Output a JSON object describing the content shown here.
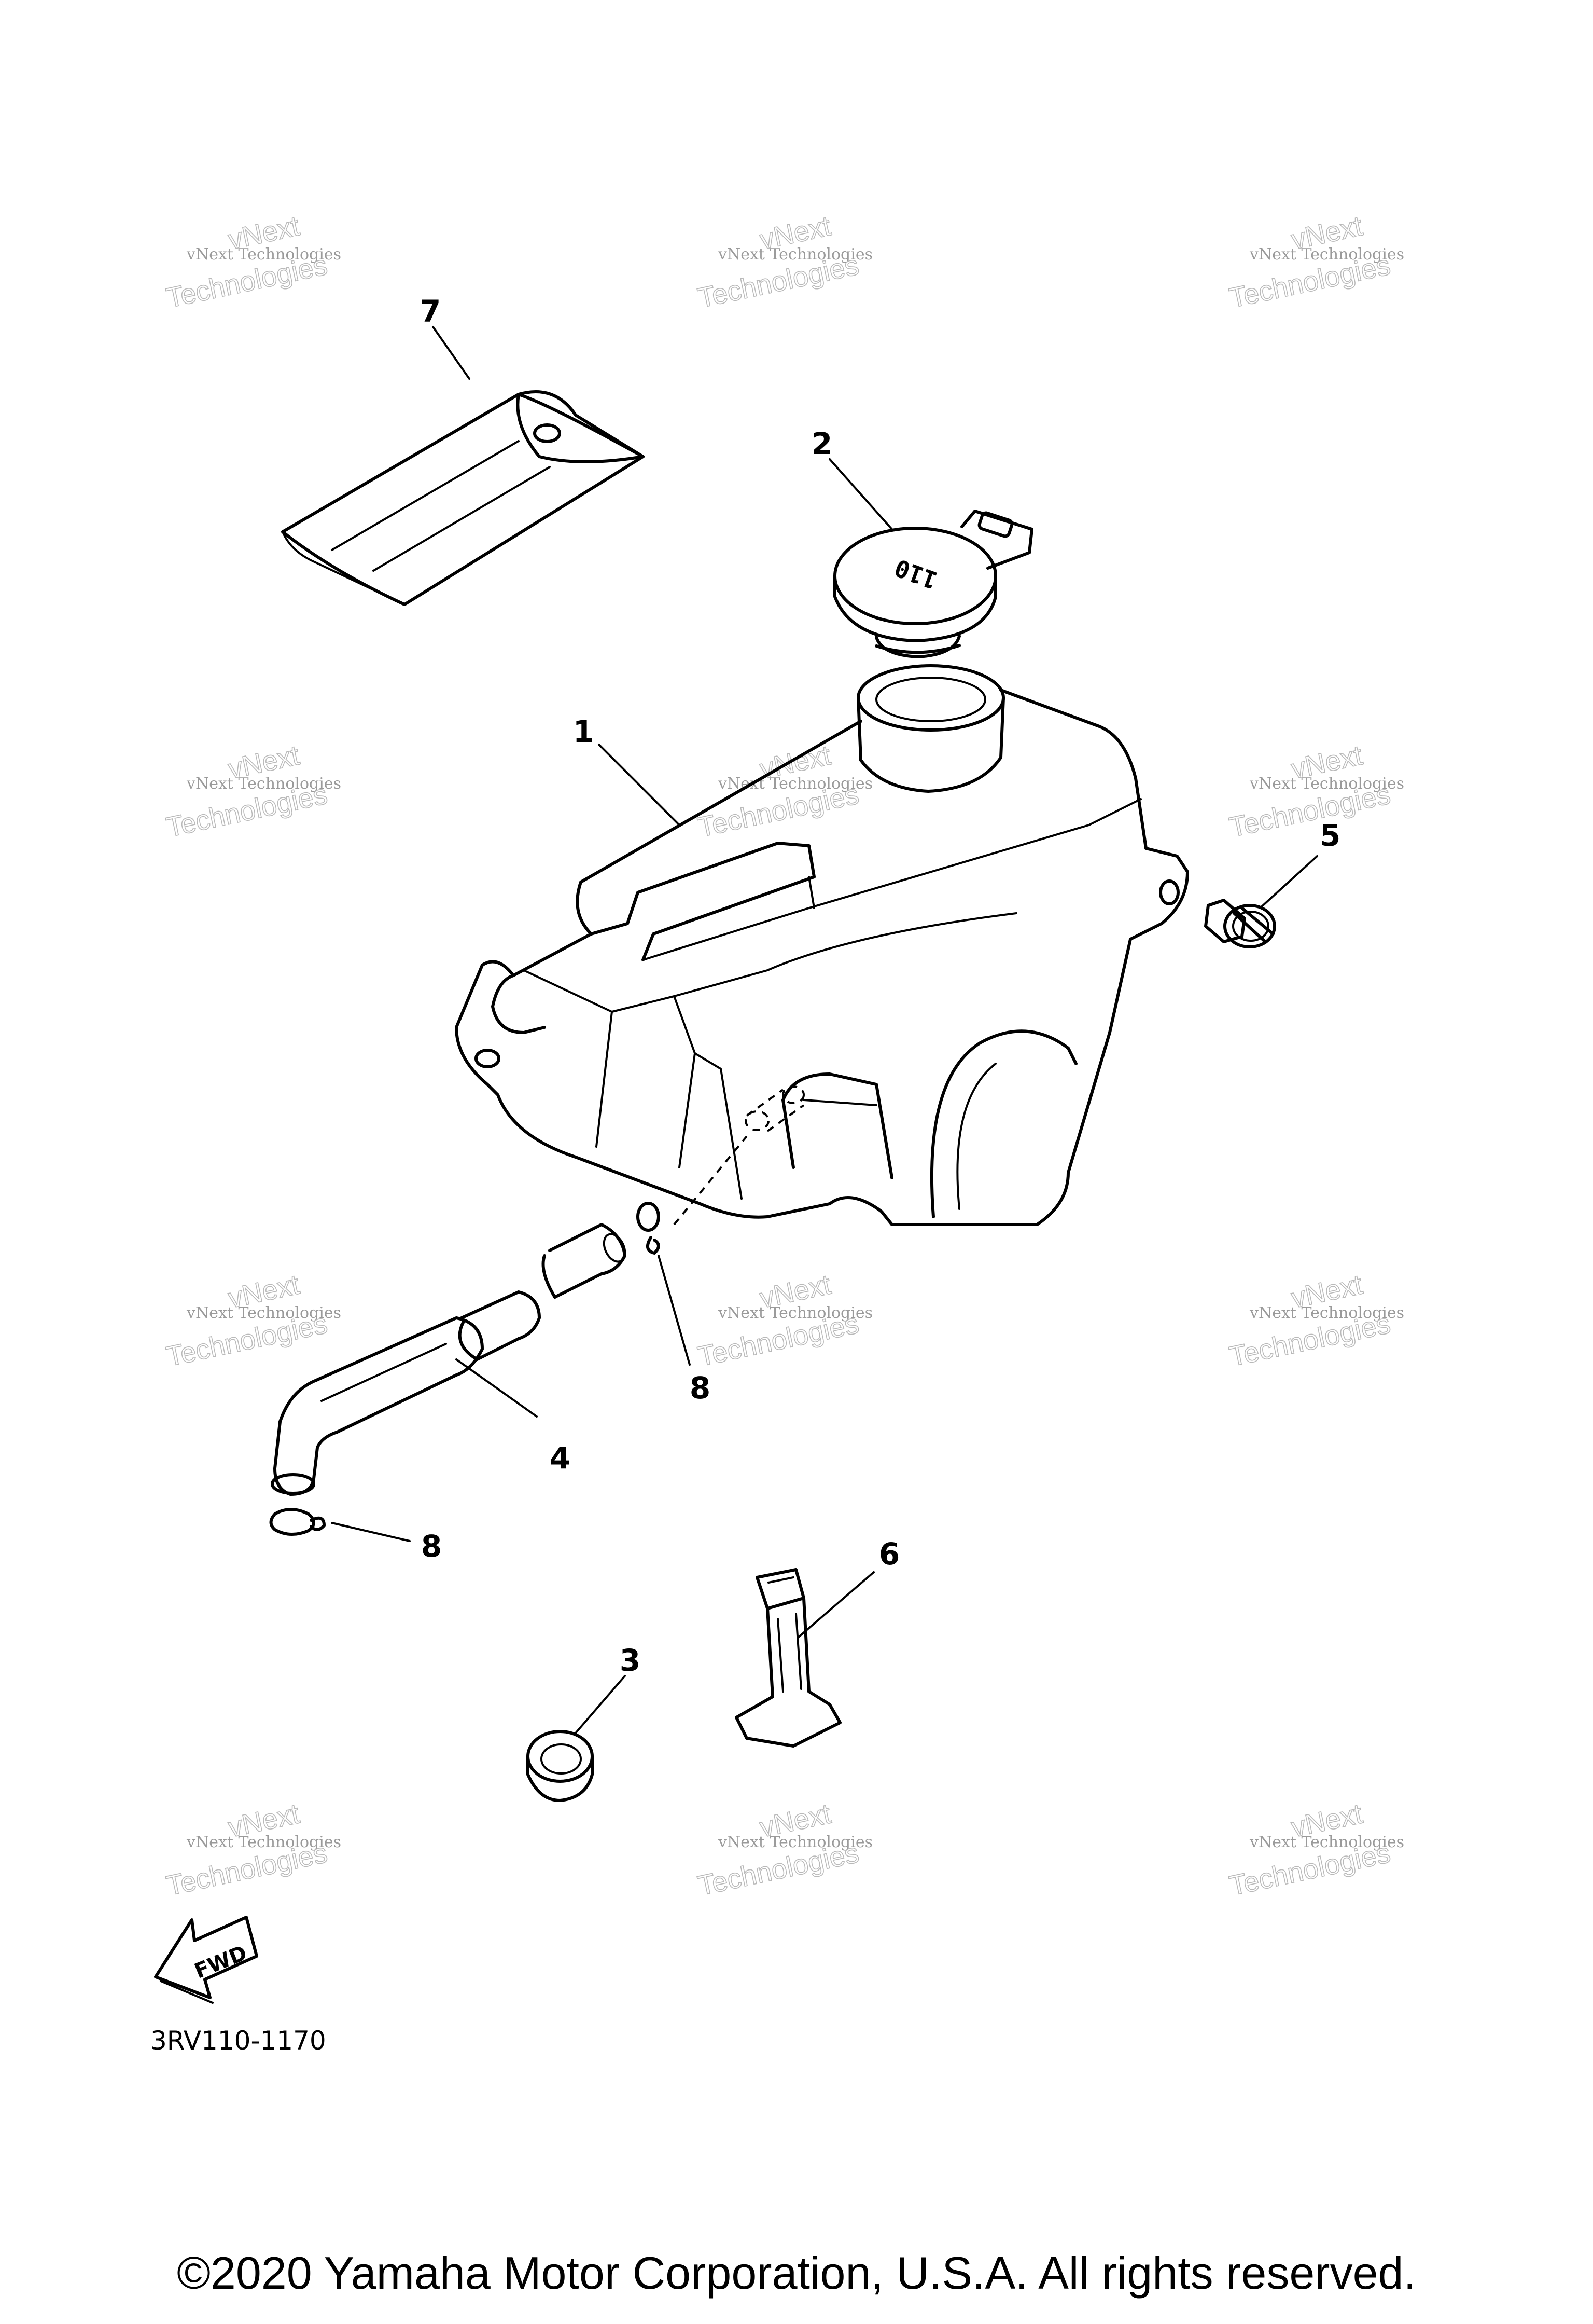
{
  "diagram": {
    "part_code": "3RV110-1170",
    "fwd_label": "FWD",
    "cap_marking": "110",
    "callouts": [
      "7",
      "2",
      "1",
      "5",
      "8",
      "4",
      "8",
      "6",
      "3"
    ]
  },
  "watermark": {
    "line1": "vNext Technologies",
    "line2": "vNext",
    "line3": "Technologies"
  },
  "footer": {
    "copyright": "©2020 Yamaha Motor Corporation, U.S.A. All rights reserved."
  }
}
